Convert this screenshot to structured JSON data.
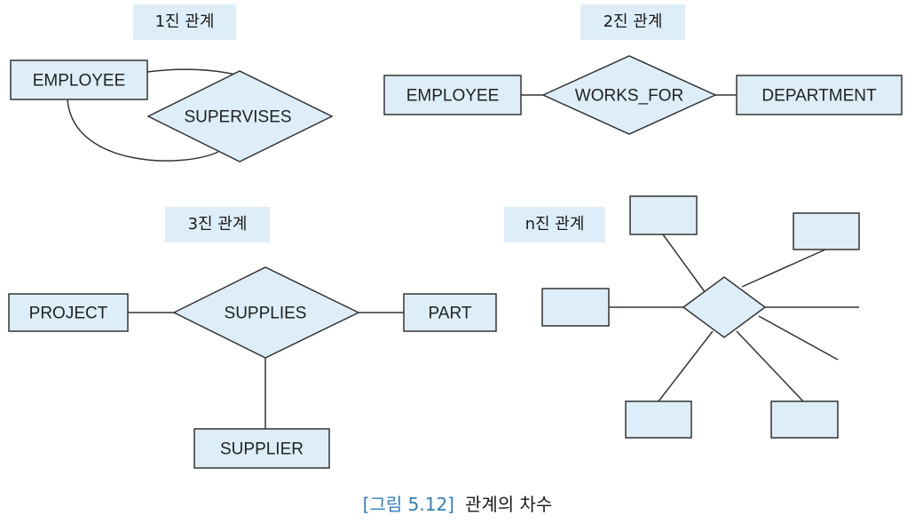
{
  "sections": {
    "unary": {
      "title": "1진 관계"
    },
    "binary": {
      "title": "2진 관계"
    },
    "ternary": {
      "title": "3진 관계"
    },
    "nary": {
      "title": "n진 관계"
    }
  },
  "unary": {
    "entity": "EMPLOYEE",
    "relationship": "SUPERVISES"
  },
  "binary": {
    "entity_left": "EMPLOYEE",
    "relationship": "WORKS_FOR",
    "entity_right": "DEPARTMENT"
  },
  "ternary": {
    "entity_left": "PROJECT",
    "relationship": "SUPPLIES",
    "entity_right": "PART",
    "entity_bottom": "SUPPLIER"
  },
  "caption": {
    "figure": "[그림 5.12]",
    "text": "관계의 차수"
  },
  "colors": {
    "fill": "#ddeef8",
    "stroke": "#333333",
    "caption_accent": "#2f7fc1"
  }
}
